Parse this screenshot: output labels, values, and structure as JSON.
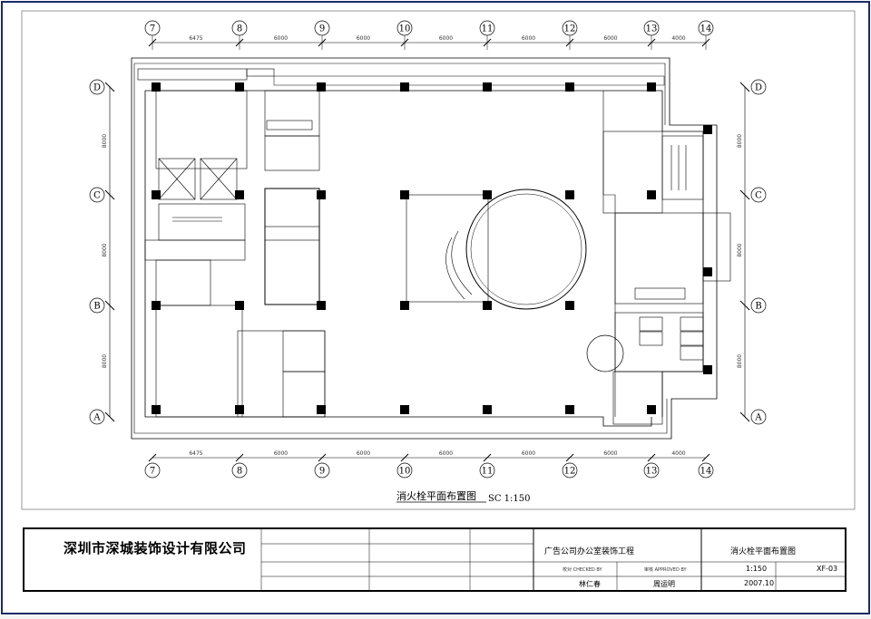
{
  "drawing": {
    "caption": "消火栓平面布置图",
    "scale_label": "SC 1:150",
    "grid_columns": [
      "7",
      "8",
      "9",
      "10",
      "11",
      "12",
      "13",
      "14"
    ],
    "grid_rows": [
      "D",
      "C",
      "B",
      "A"
    ],
    "column_spacings": [
      "6475",
      "6000",
      "6000",
      "6000",
      "6000",
      "6000",
      "4000"
    ],
    "row_spacings": [
      "8000",
      "8000",
      "8000"
    ]
  },
  "title_block": {
    "company": "深圳市深城装饰设计有限公司",
    "project": "广告公司办公室装饰工程",
    "drawing_name": "消火栓平面布置图",
    "checked_label": "校对 CHECKED BY",
    "approved_label": "审核 APPROVED BY",
    "checked_by": "林仁春",
    "approved_by": "周运明",
    "scale": "1:150",
    "date": "2007.10",
    "drawing_no": "XF-03"
  }
}
